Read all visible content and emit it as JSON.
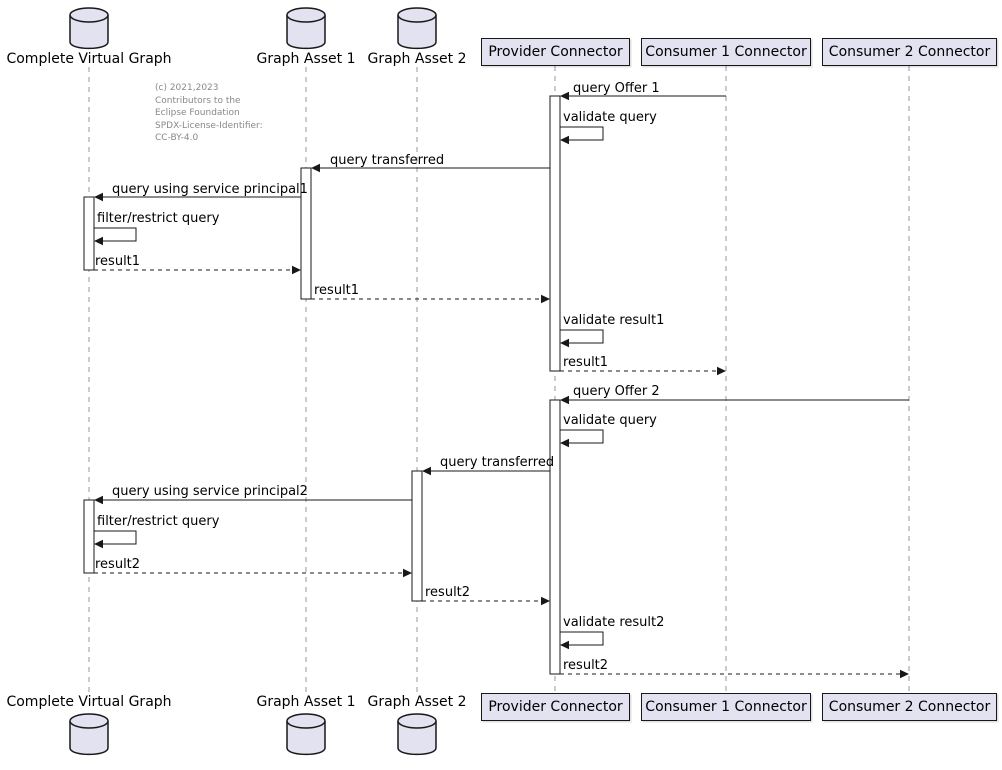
{
  "diagram": {
    "type": "uml-sequence",
    "copyright_lines": [
      "(c) 2021,2023",
      "Contributors to the",
      "Eclipse Foundation",
      "SPDX-License-Identifier:",
      "CC-BY-4.0"
    ],
    "colors": {
      "participant_fill": "#E2E2F0",
      "participant_border": "#181818",
      "lifeline_color": "#999999",
      "arrow_color": "#181818",
      "background": "#FFFFFF"
    },
    "participants": [
      {
        "name": "Complete Virtual Graph",
        "kind": "database"
      },
      {
        "name": "Graph Asset 1",
        "kind": "database"
      },
      {
        "name": "Graph Asset 2",
        "kind": "database"
      },
      {
        "name": "Provider Connector",
        "kind": "participant"
      },
      {
        "name": "Consumer 1 Connector",
        "kind": "participant"
      },
      {
        "name": "Consumer 2 Connector",
        "kind": "participant"
      }
    ],
    "messages": [
      {
        "from": "Consumer 1 Connector",
        "to": "Provider Connector",
        "label": "query Offer 1",
        "line": "solid"
      },
      {
        "from": "Provider Connector",
        "to": "Provider Connector",
        "label": "validate query",
        "line": "self"
      },
      {
        "from": "Provider Connector",
        "to": "Graph Asset 1",
        "label": "query transferred",
        "line": "solid"
      },
      {
        "from": "Graph Asset 1",
        "to": "Complete Virtual Graph",
        "label": "query using service principal1",
        "line": "solid"
      },
      {
        "from": "Complete Virtual Graph",
        "to": "Complete Virtual Graph",
        "label": "filter/restrict query",
        "line": "self"
      },
      {
        "from": "Complete Virtual Graph",
        "to": "Graph Asset 1",
        "label": "result1",
        "line": "dashed"
      },
      {
        "from": "Graph Asset 1",
        "to": "Provider Connector",
        "label": "result1",
        "line": "dashed"
      },
      {
        "from": "Provider Connector",
        "to": "Provider Connector",
        "label": "validate result1",
        "line": "self"
      },
      {
        "from": "Provider Connector",
        "to": "Consumer 1 Connector",
        "label": "result1",
        "line": "dashed"
      },
      {
        "from": "Consumer 2 Connector",
        "to": "Provider Connector",
        "label": "query Offer 2",
        "line": "solid"
      },
      {
        "from": "Provider Connector",
        "to": "Provider Connector",
        "label": "validate query",
        "line": "self"
      },
      {
        "from": "Provider Connector",
        "to": "Graph Asset 2",
        "label": "query transferred",
        "line": "solid"
      },
      {
        "from": "Graph Asset 2",
        "to": "Complete Virtual Graph",
        "label": "query using service principal2",
        "line": "solid"
      },
      {
        "from": "Complete Virtual Graph",
        "to": "Complete Virtual Graph",
        "label": "filter/restrict query",
        "line": "self"
      },
      {
        "from": "Complete Virtual Graph",
        "to": "Graph Asset 2",
        "label": "result2",
        "line": "dashed"
      },
      {
        "from": "Graph Asset 2",
        "to": "Provider Connector",
        "label": "result2",
        "line": "dashed"
      },
      {
        "from": "Provider Connector",
        "to": "Provider Connector",
        "label": "validate result2",
        "line": "self"
      },
      {
        "from": "Provider Connector",
        "to": "Consumer 2 Connector",
        "label": "result2",
        "line": "dashed"
      }
    ]
  }
}
